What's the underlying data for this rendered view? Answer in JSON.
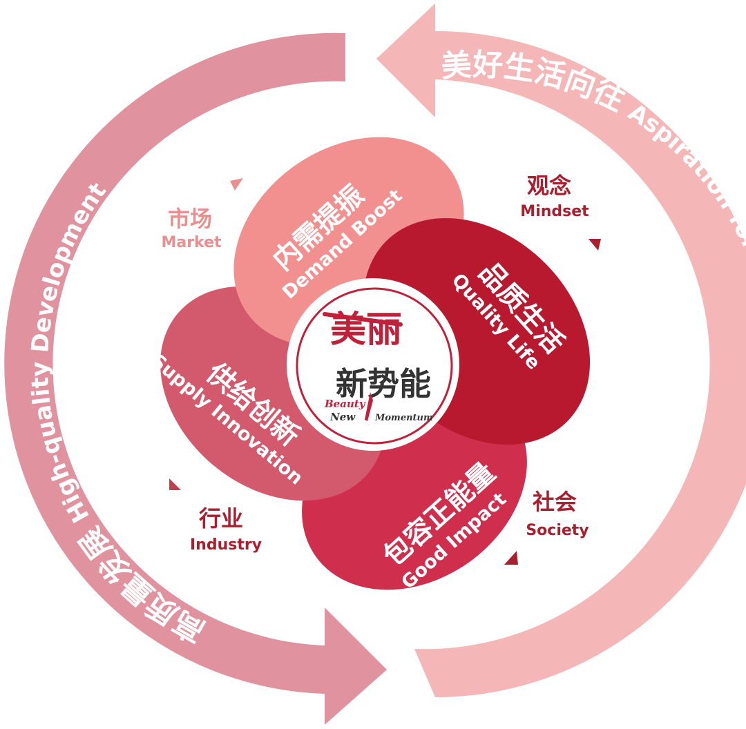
{
  "ring": {
    "left": {
      "zh": "高质量发展",
      "en": "High-quality Development",
      "color": "#e0929e"
    },
    "right": {
      "zh": "美好生活向往",
      "en": "Aspiration for Better Life",
      "color": "#f4b6b6"
    }
  },
  "petals": [
    {
      "zh": "内需提振",
      "en": "Demand Boost",
      "color": "#f29090"
    },
    {
      "zh": "品质生活",
      "en": "Quality Life",
      "color": "#b8192e"
    },
    {
      "zh": "包容正能量",
      "en": "Good Impact",
      "color": "#cf2f4c"
    },
    {
      "zh": "供给创新",
      "en": "Supply Innovation",
      "color": "#d35a6c"
    }
  ],
  "labels": [
    {
      "zh": "市场",
      "en": "Market",
      "color": "#e89090"
    },
    {
      "zh": "观念",
      "en": "Mindset",
      "color": "#a82030"
    },
    {
      "zh": "行业",
      "en": "Industry",
      "color": "#a82030"
    },
    {
      "zh": "社会",
      "en": "Society",
      "color": "#a82030"
    }
  ],
  "logo": {
    "title_top": "美丽",
    "title_bottom": "新势能",
    "en1": "Beauty",
    "en2": "New",
    "en3": "Momentum"
  }
}
